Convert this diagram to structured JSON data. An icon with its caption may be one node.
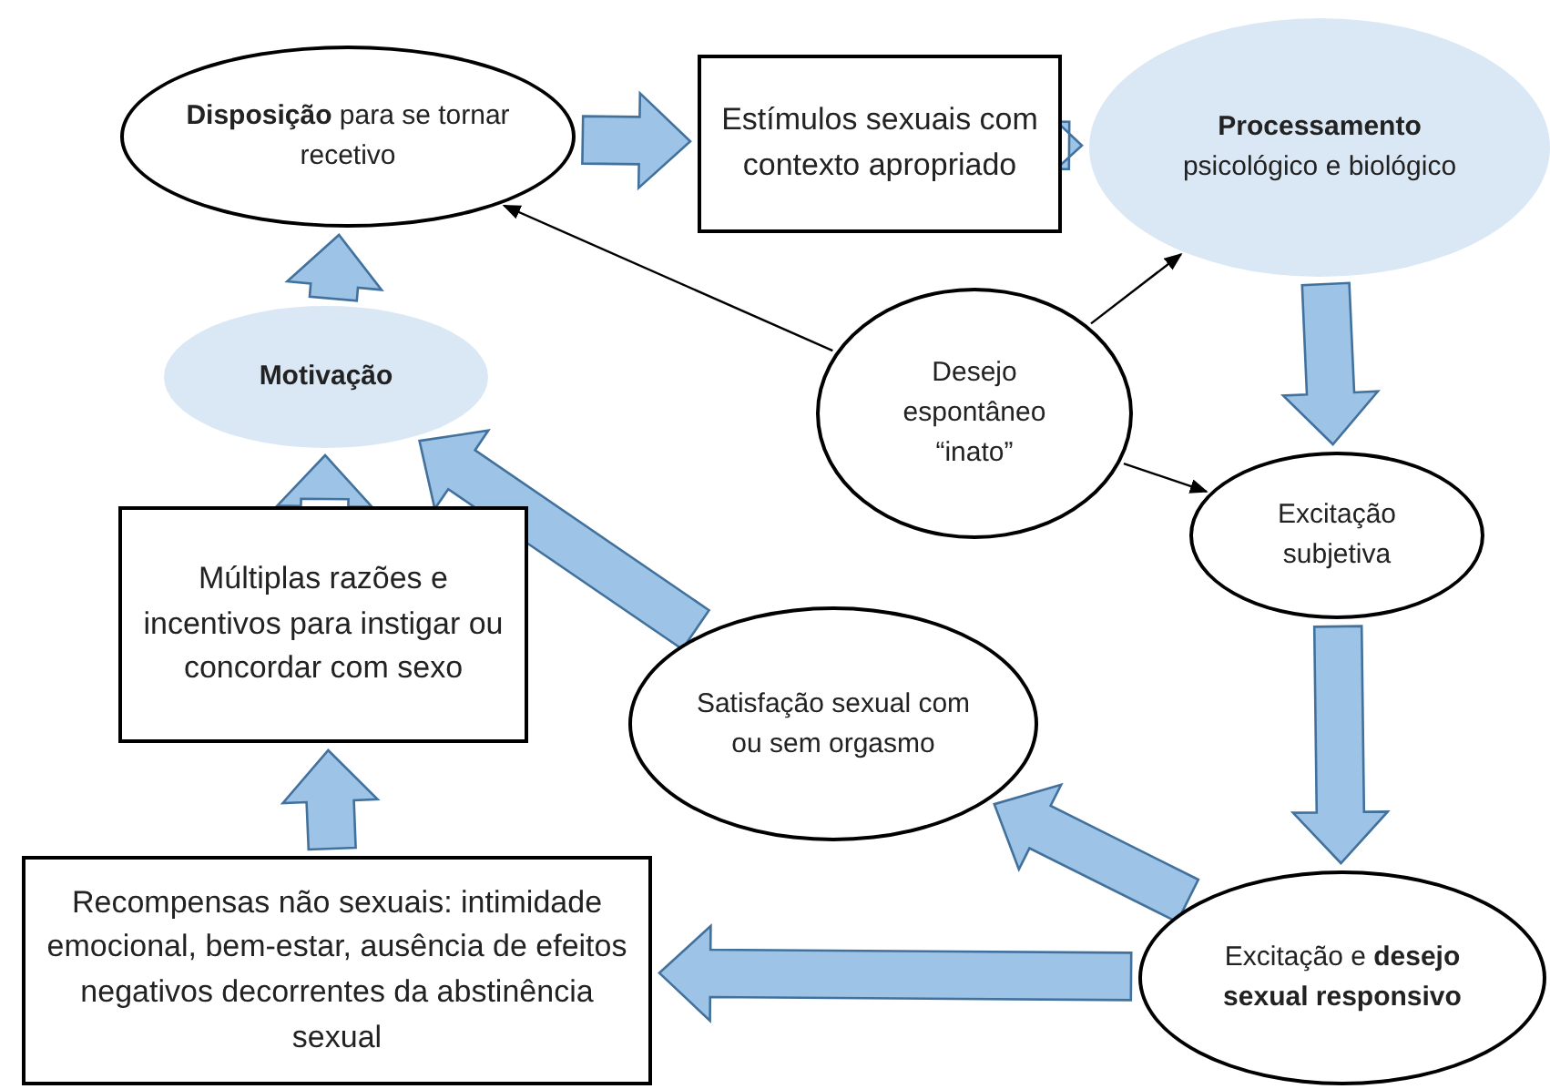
{
  "diagram": {
    "nodes": [
      {
        "text": [
          "**Disposição** para se tornar recetivo"
        ]
      },
      {
        "text": [
          "Estímulos sexuais com contexto apropriado"
        ]
      },
      {
        "text": [
          "Processamento",
          "psicológico e biológico"
        ]
      },
      {
        "text": [
          "Motivação"
        ]
      },
      {
        "text": [
          "Desejo espontâneo “inato”"
        ]
      },
      {
        "text": [
          "Excitação subjetiva"
        ]
      },
      {
        "text": [
          "Múltiplas razões e incentivos para instigar ou concordar com sexo"
        ]
      },
      {
        "text": [
          "Satisfação sexual com ou sem orgasmo"
        ]
      },
      {
        "text": [
          "Recompensas não sexuais: intimidade emocional, bem-estar, ausência de efeitos negativos decorrentes da abstinência sexual"
        ]
      },
      {
        "text": [
          "Excitação e **desejo sexual responsivo**"
        ]
      }
    ],
    "edges": [
      {
        "from": 0,
        "to": 1,
        "arrow": "to",
        "style": "thick"
      },
      {
        "from": 1,
        "to": 2,
        "arrow": "to",
        "style": "thick"
      },
      {
        "from": 2,
        "to": 5,
        "arrow": "to",
        "style": "thick"
      },
      {
        "from": 5,
        "to": 9,
        "arrow": "to",
        "style": "thick"
      },
      {
        "from": 9,
        "to": 7,
        "arrow": "to",
        "style": "thick"
      },
      {
        "from": 9,
        "to": 8,
        "arrow": "to",
        "style": "thick"
      },
      {
        "from": 7,
        "to": 3,
        "arrow": "to",
        "style": "thick"
      },
      {
        "from": 8,
        "to": 6,
        "arrow": "to",
        "style": "thick"
      },
      {
        "from": 6,
        "to": 3,
        "arrow": "to",
        "style": "thick"
      },
      {
        "from": 3,
        "to": 0,
        "arrow": "to",
        "style": "thick"
      },
      {
        "from": 4,
        "to": 0,
        "arrow": "to",
        "color": "#000000"
      },
      {
        "from": 4,
        "to": 2,
        "arrow": "to",
        "color": "#000000"
      },
      {
        "from": 4,
        "to": 5,
        "arrow": "to",
        "color": "#000000"
      }
    ]
  }
}
